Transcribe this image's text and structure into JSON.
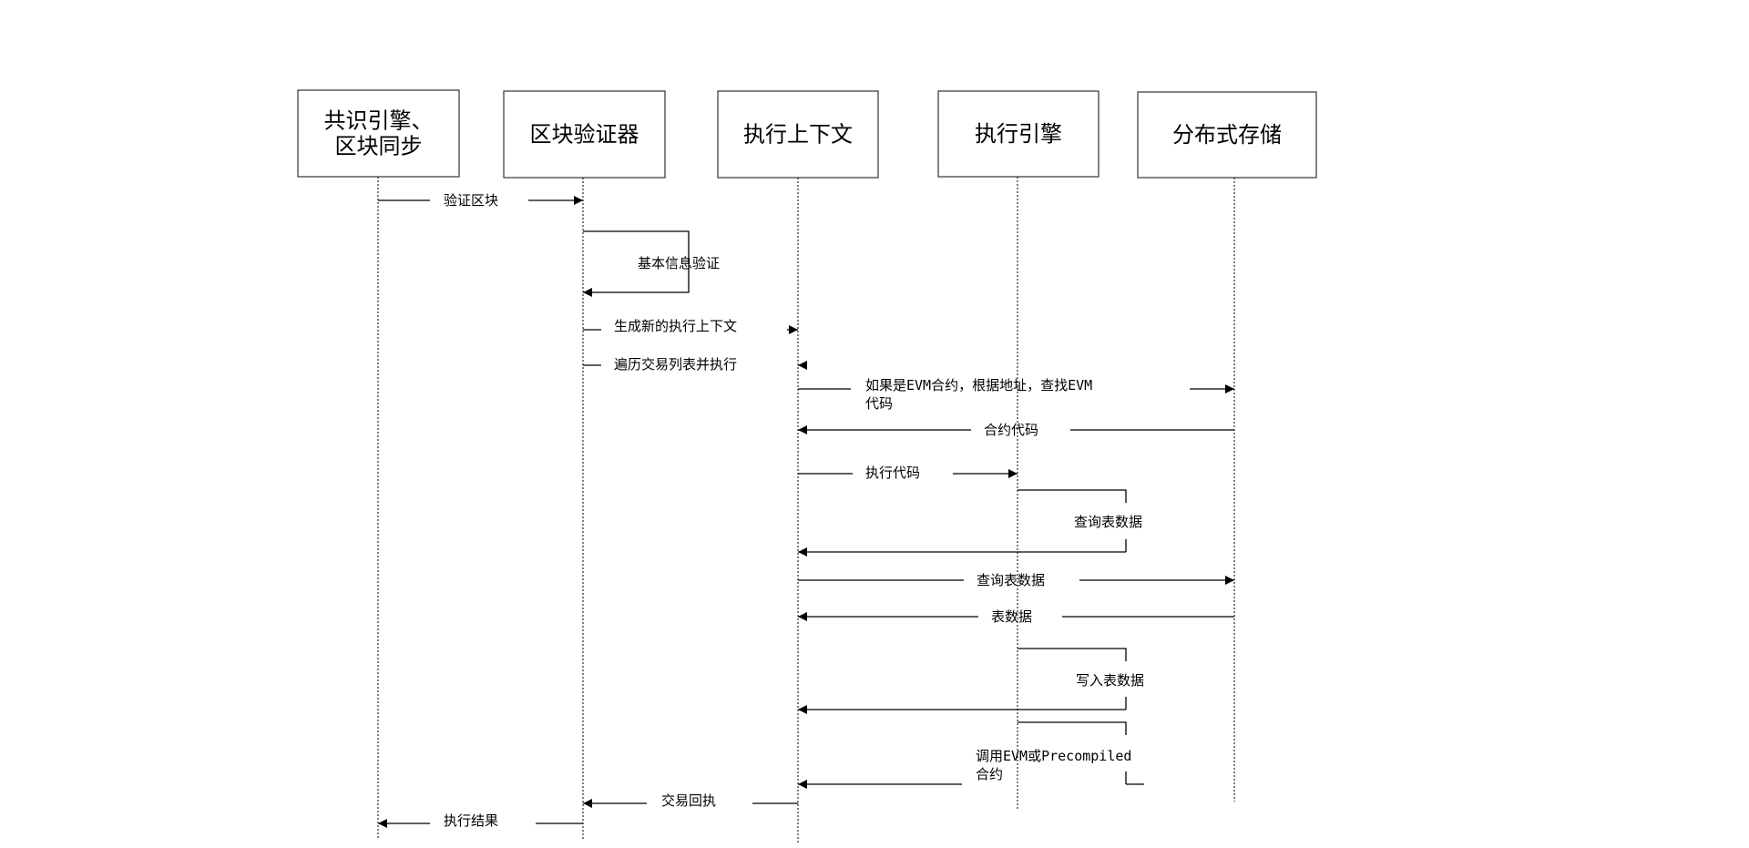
{
  "participants": [
    {
      "id": "consensus",
      "lines": [
        "共识引擎、",
        "区块同步"
      ]
    },
    {
      "id": "validator",
      "lines": [
        "区块验证器"
      ]
    },
    {
      "id": "context",
      "lines": [
        "执行上下文"
      ]
    },
    {
      "id": "engine",
      "lines": [
        "执行引擎"
      ]
    },
    {
      "id": "storage",
      "lines": [
        "分布式存储"
      ]
    }
  ],
  "messages": [
    {
      "from": "consensus",
      "to": "validator",
      "lines": [
        "验证区块"
      ]
    },
    {
      "from": "validator",
      "to": "validator",
      "lines": [
        "基本信息验证"
      ]
    },
    {
      "from": "validator",
      "to": "context",
      "lines": [
        "生成新的执行上下文"
      ]
    },
    {
      "from": "validator",
      "to": "context",
      "lines": [
        "遍历交易列表并执行"
      ]
    },
    {
      "from": "context",
      "to": "storage",
      "lines": [
        "如果是EVM合约，根据地址，查找EVM",
        "代码"
      ]
    },
    {
      "from": "storage",
      "to": "context",
      "lines": [
        "合约代码"
      ]
    },
    {
      "from": "context",
      "to": "engine",
      "lines": [
        "执行代码"
      ]
    },
    {
      "from": "engine",
      "to": "context",
      "lines": [
        "查询表数据"
      ]
    },
    {
      "from": "context",
      "to": "storage",
      "lines": [
        "查询表数据"
      ]
    },
    {
      "from": "storage",
      "to": "context",
      "lines": [
        "表数据"
      ]
    },
    {
      "from": "engine",
      "to": "context",
      "lines": [
        "写入表数据"
      ]
    },
    {
      "from": "engine",
      "to": "context",
      "lines": [
        "调用EVM或Precompiled",
        "合约"
      ]
    },
    {
      "from": "context",
      "to": "validator",
      "lines": [
        "交易回执"
      ]
    },
    {
      "from": "validator",
      "to": "consensus",
      "lines": [
        "执行结果"
      ]
    }
  ]
}
